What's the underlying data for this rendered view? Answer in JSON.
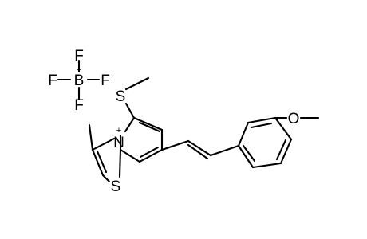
{
  "atoms": {
    "f_top": "F",
    "f_left": "F",
    "b": "B",
    "f_right": "F",
    "f_bottom": "F",
    "s_thioether": "S",
    "n_ring": "N",
    "s_ring": "S",
    "o_methoxy": "O"
  },
  "charges": {
    "b": "−",
    "n_ring": "+"
  },
  "colors": {
    "bond": "#000000",
    "background": "#ffffff"
  }
}
